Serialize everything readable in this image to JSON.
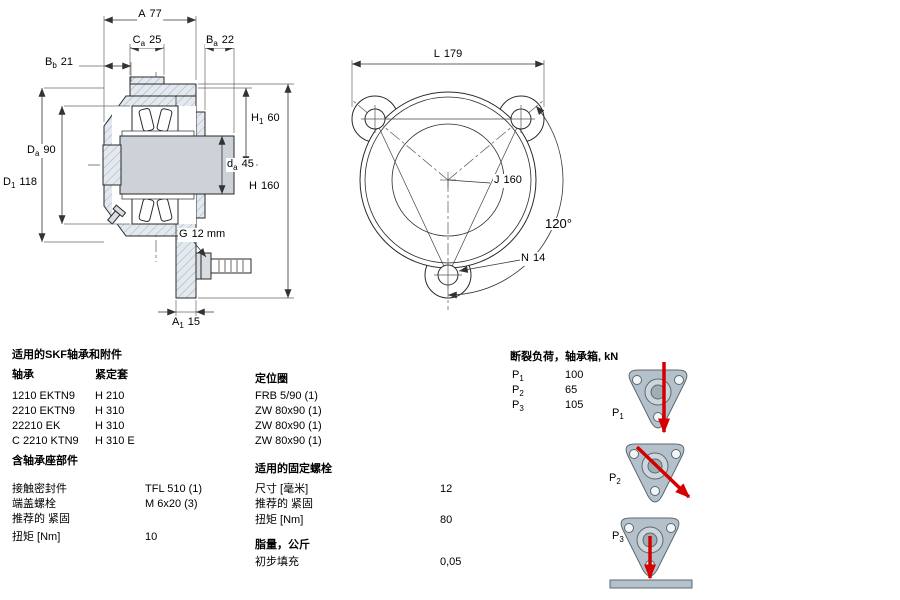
{
  "front_view": {
    "dims": {
      "A": {
        "main": "A",
        "sub": "",
        "value": "77"
      },
      "Ca": {
        "main": "C",
        "sub": "a",
        "value": "25"
      },
      "Ba": {
        "main": "B",
        "sub": "a",
        "value": "22"
      },
      "Bb": {
        "main": "B",
        "sub": "b",
        "value": "21"
      },
      "H1": {
        "main": "H",
        "sub": "1",
        "value": "60"
      },
      "Da": {
        "main": "D",
        "sub": "a",
        "value": "90"
      },
      "da": {
        "main": "d",
        "sub": "a",
        "value": "45"
      },
      "D1": {
        "main": "D",
        "sub": "1",
        "value": "118"
      },
      "H": {
        "main": "H",
        "sub": "",
        "value": "160"
      },
      "G": {
        "main": "G",
        "sub": "",
        "value": "12 mm"
      },
      "A1": {
        "main": "A",
        "sub": "1",
        "value": "15"
      }
    }
  },
  "side_view": {
    "dims": {
      "L": {
        "main": "L",
        "sub": "",
        "value": "179"
      },
      "J": {
        "main": "J",
        "sub": "",
        "value": "160"
      },
      "N": {
        "main": "N",
        "sub": "",
        "value": "14"
      },
      "angle": "120°"
    }
  },
  "bearings_table": {
    "title": "适用的SKF轴承和附件",
    "col_bearing": "轴承",
    "col_sleeve": "紧定套",
    "col_ring": "定位圈",
    "rows": [
      {
        "bearing": "1210 EKTN9",
        "sleeve": "H 210",
        "ring": "FRB 5/90  (1)"
      },
      {
        "bearing": "2210 EKTN9",
        "sleeve": "H 310",
        "ring": "ZW 80x90  (1)"
      },
      {
        "bearing": "22210 EK",
        "sleeve": "H 310",
        "ring": "ZW 80x90  (1)"
      },
      {
        "bearing": "C 2210 KTN9",
        "sleeve": "H 310 E",
        "ring": "ZW 80x90  (1)"
      }
    ]
  },
  "housing_parts": {
    "title": "含轴承座部件",
    "rows": [
      {
        "label": "接触密封件",
        "value": "TFL 510  (1)"
      },
      {
        "label": "端盖螺栓",
        "value": "M 6x20  (3)"
      },
      {
        "label": "推荐的 紧固",
        "value": ""
      },
      {
        "label": "扭矩 [Nm]",
        "value": "10"
      }
    ]
  },
  "attachment_bolts": {
    "title": "适用的固定螺栓",
    "rows": [
      {
        "label": "尺寸 [毫米]",
        "value": "12"
      },
      {
        "label": "推荐的 紧固",
        "value": ""
      },
      {
        "label": "扭矩 [Nm]",
        "value": "80"
      }
    ]
  },
  "grease": {
    "title": "脂量，公斤",
    "rows": [
      {
        "label": "初步填充",
        "value": "0,05"
      }
    ]
  },
  "breaking_loads": {
    "title": "断裂负荷，轴承箱, kN",
    "rows": [
      {
        "main": "P",
        "sub": "1",
        "value": "100"
      },
      {
        "main": "P",
        "sub": "2",
        "value": "65"
      },
      {
        "main": "P",
        "sub": "3",
        "value": "105"
      }
    ]
  },
  "load_icons": [
    {
      "main": "P",
      "sub": "1"
    },
    {
      "main": "P",
      "sub": "2"
    },
    {
      "main": "P",
      "sub": "3"
    }
  ],
  "colors": {
    "line": "#2a2a2a",
    "housing_fill": "#e3e9ee",
    "hatch_line": "#9fb0bd",
    "shaft_fill": "#ccd2d7",
    "icon_fill": "#b4c1ca",
    "load_arrow_red": "#d40000"
  }
}
